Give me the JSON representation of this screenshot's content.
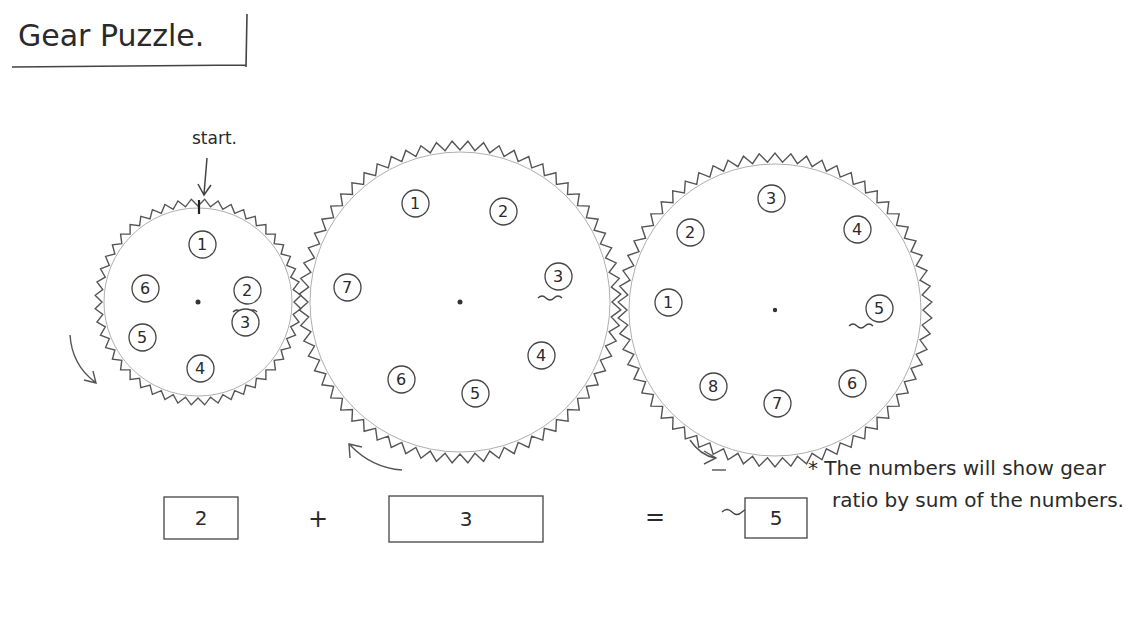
{
  "diagram": {
    "title": "Gear Puzzle.",
    "nodes": [
      {
        "text": [
          "1"
        ]
      },
      {
        "text": [
          "2"
        ]
      },
      {
        "text": [
          "3"
        ]
      },
      {
        "text": [
          "4"
        ]
      },
      {
        "text": [
          "5"
        ]
      },
      {
        "text": [
          "6"
        ]
      },
      {
        "text": [
          "1"
        ]
      },
      {
        "text": [
          "2"
        ]
      },
      {
        "text": [
          "3"
        ]
      },
      {
        "text": [
          "4"
        ]
      },
      {
        "text": [
          "5"
        ]
      },
      {
        "text": [
          "6"
        ]
      },
      {
        "text": [
          "7"
        ]
      },
      {
        "text": [
          "1"
        ]
      },
      {
        "text": [
          "2"
        ]
      },
      {
        "text": [
          "3"
        ]
      },
      {
        "text": [
          "4"
        ]
      },
      {
        "text": [
          "5"
        ]
      },
      {
        "text": [
          "6"
        ]
      },
      {
        "text": [
          "7"
        ]
      },
      {
        "text": [
          "8"
        ]
      },
      {
        "text": [
          "2"
        ]
      },
      {
        "text": [
          "3"
        ]
      },
      {
        "text": [
          "5"
        ]
      }
    ],
    "labels": [
      "start.",
      "+",
      "=",
      "* The numbers will show gear ratio by sum of the numbers."
    ]
  }
}
